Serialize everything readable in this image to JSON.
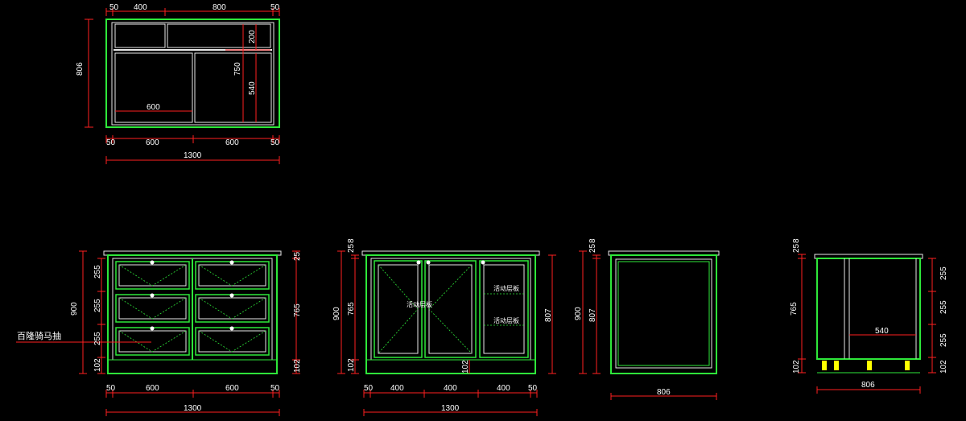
{
  "colors": {
    "background": "#000000",
    "outline": "#2ee83a",
    "inner_line": "#e8e8e8",
    "dimension": "#ff2020",
    "text": "#ffffff",
    "hardware": "#ffff00"
  },
  "plan_view": {
    "top_dims": [
      "50",
      "400",
      "800",
      "50"
    ],
    "left_dim": "806",
    "inner_dims": [
      "200",
      "750",
      "540"
    ],
    "inner_width": "600",
    "bottom_dims": [
      "50",
      "600",
      "600",
      "50"
    ],
    "total_width": "1300"
  },
  "front_drawers": {
    "height": "900",
    "left_dims": [
      "255",
      "255",
      "255",
      "102"
    ],
    "right_dims": [
      "25",
      "765",
      "102"
    ],
    "callout": "百隆骑马抽",
    "bottom_dims": [
      "50",
      "600",
      "600",
      "50"
    ],
    "total_width": "1300"
  },
  "front_doors": {
    "top_dims": [
      "25",
      "8"
    ],
    "left_dims": [
      "900",
      "765",
      "102"
    ],
    "right_dim": "807",
    "shelf_labels": [
      "活动层板",
      "活动层板",
      "活动层板"
    ],
    "mid_dim": "102",
    "bottom_dims": [
      "50",
      "400",
      "400",
      "400",
      "50"
    ],
    "total_width": "1300"
  },
  "back_view": {
    "top_dims": [
      "25",
      "8"
    ],
    "left_dims": [
      "900",
      "807"
    ],
    "width": "806"
  },
  "side_section": {
    "top_dims": [
      "25",
      "8"
    ],
    "left_dims": [
      "765",
      "102"
    ],
    "right_dims": [
      "255",
      "255",
      "255",
      "102"
    ],
    "inner_dim": "540",
    "width": "806"
  }
}
